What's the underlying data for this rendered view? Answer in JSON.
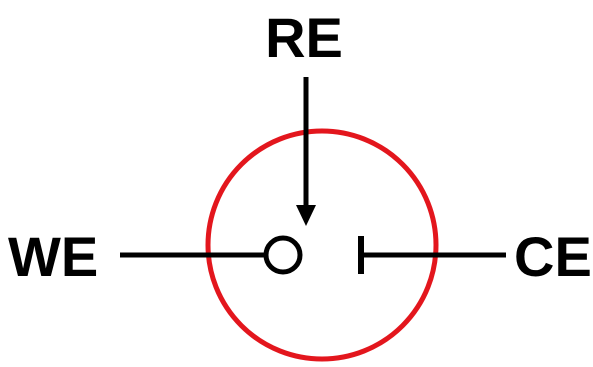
{
  "labels": {
    "reference": "RE",
    "working": "WE",
    "counter": "CE"
  },
  "colors": {
    "cell_outline": "#e3161d",
    "wire": "#000000",
    "text": "#000000"
  },
  "icons": {
    "working_electrode": "open-circle",
    "counter_electrode": "bar-terminal",
    "reference_probe": "down-arrow"
  }
}
